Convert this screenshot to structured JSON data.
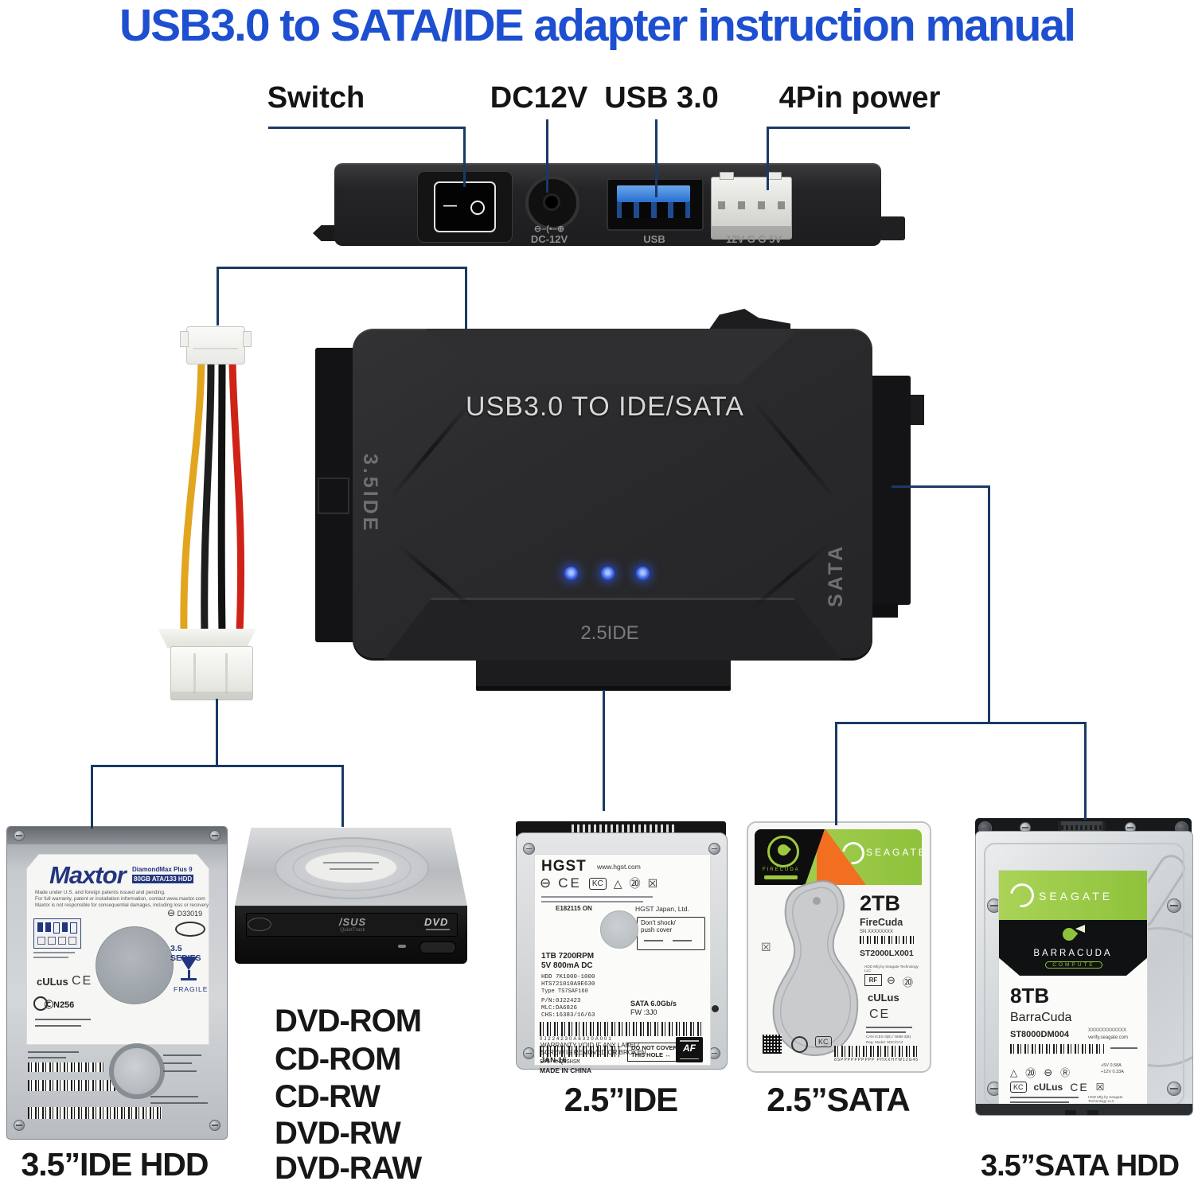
{
  "title": "USB3.0 to SATA/IDE adapter instruction manual",
  "colors": {
    "title_blue": "#1d4fd0",
    "line_navy": "#1a3a66",
    "seagate_green": "#8fc23c",
    "firecuda_orange": "#f26f21",
    "led_blue": "#2e51e8",
    "usb_blue": "#3279d2",
    "wire_yellow": "#e2a51f",
    "wire_red": "#cf2318"
  },
  "top_panel": {
    "labels": {
      "switch": "Switch",
      "dc": "DC12V",
      "usb": "USB 3.0",
      "power": "4Pin power"
    },
    "prints": {
      "polarity": "⊖–(•–⊕",
      "dc": "DC-12V",
      "usb": "USB",
      "power": "12V G G 5V"
    },
    "switch_glyphs": {
      "on": "—",
      "off": "O"
    }
  },
  "adapter": {
    "title": "USB3.0 TO IDE/SATA",
    "left": "3.5IDE",
    "right": "SATA",
    "bottom": "2.5IDE"
  },
  "maxtor": {
    "brand": "Maxtor",
    "model": "DiamondMax Plus 9",
    "capacity": "80GB ATA/133 HDD",
    "notice1": "Made under U.S. and foreign patents issued and pending.",
    "notice2": "For full warranty, patent or installation information, contact www.maxtor.com",
    "notice3": "Maxtor is not responsible for consequential damages, including loss or recovery of data.",
    "d_code": "D33019",
    "series": "3.5 SERIES",
    "fragile": "FRAGILE",
    "ul": "cULus",
    "ce": "CE",
    "n_code": "ⒸN256"
  },
  "dvd": {
    "brand": "/SUS",
    "sub": "QuietTrack",
    "logo": "DVD"
  },
  "hgst": {
    "brand": "HGST",
    "url": "www.hgst.com",
    "minus": "⊖",
    "ce": "CE",
    "kc": "KC",
    "tri": "△",
    "twenty": "⑳",
    "bin": "☒",
    "ul_line": "E182115 ON",
    "japan": "HGST Japan, Ltd.",
    "shock1": "Don't shock/",
    "shock2": "push cover",
    "spec1": "1TB 7200RPM",
    "spec2": "5V 800mA DC",
    "m1": "HDD 7K1000-1000",
    "m2": "HTS721010A9E630",
    "m3": "Type TS7SAF160",
    "p1": "P/N:0J22423",
    "p2": "MLC:DA6826",
    "p3": "CHS:16383/16/63",
    "sata": "SATA 6.0Gb/s",
    "fw": "FW :3J0",
    "bc1": "0J224230A6320A001",
    "hole1": "DO NOT COVER",
    "hole2": "THIS HOLE ↔",
    "sn": "S/N 4HQXSHSM",
    "made": "MADE IN CHINA",
    "warr1": "WARRANTY VOID IF ANY LABEL/",
    "warr2": "SCREW IS REMOVED OR BROKEN",
    "date": "JAN-16",
    "af": "AF"
  },
  "firecuda": {
    "brand": "SEAGATE",
    "logo_text": "FIRECUDA",
    "cap": "2TB",
    "name": "FireCuda",
    "sn": "SN XXXXXXXX",
    "model": "ST2000LX001",
    "rf": "RF",
    "minus": "⊖",
    "twenty": "⑳",
    "bin": "☒",
    "ul": "cULus",
    "ce": "CE",
    "mfg": "HDD Mfg by Seagate Technology LLC",
    "ices": "CAN ICES-3(B) / NMB-3(B)",
    "reg": "Reg. Model: SDC/CC4",
    "kc": "KC",
    "bc": "8SPPPPPPPPPP PHXXHYW12G45"
  },
  "barracuda": {
    "brand": "SEAGATE",
    "fish": "BARRACUDA",
    "compute": "COMPUTE",
    "cap": "8TB",
    "name": "BarraCuda",
    "model": "ST8000DM004",
    "xxx": "XXXXXXXXXXXX",
    "verify": "verify.seagate.com",
    "tri": "△",
    "twenty": "⑳",
    "minus": "⊖",
    "reg_r": "Ⓡ",
    "bin": "☒",
    "kc": "KC",
    "ul": "cULus",
    "ce": "CE",
    "pow1": "+5V 0.58A",
    "pow2": "+12V 0.33A",
    "mfg": "HDD Mfg by Seagate Technology LLC"
  },
  "captions": {
    "maxtor": "3.5”IDE HDD",
    "dvd_list": [
      "DVD-ROM",
      "CD-ROM",
      "CD-RW",
      "DVD-RW",
      "DVD-RAW"
    ],
    "hgst": "2.5”IDE",
    "firecuda": "2.5”SATA",
    "barracuda": "3.5”SATA HDD"
  }
}
